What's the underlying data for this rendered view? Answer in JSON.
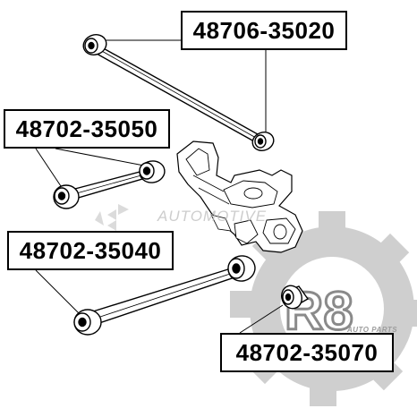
{
  "labels": {
    "part_48706": "48706-35020",
    "part_35050": "48702-35050",
    "part_35040": "48702-35040",
    "part_35070": "48702-35070"
  },
  "watermark": {
    "automotive_text": "AUTOMOTIVE",
    "brand_text": "R8",
    "brand_sub": "AUTO PARTS",
    "color": "#b0b0b0"
  },
  "colors": {
    "ink": "#000000",
    "background": "#ffffff"
  }
}
